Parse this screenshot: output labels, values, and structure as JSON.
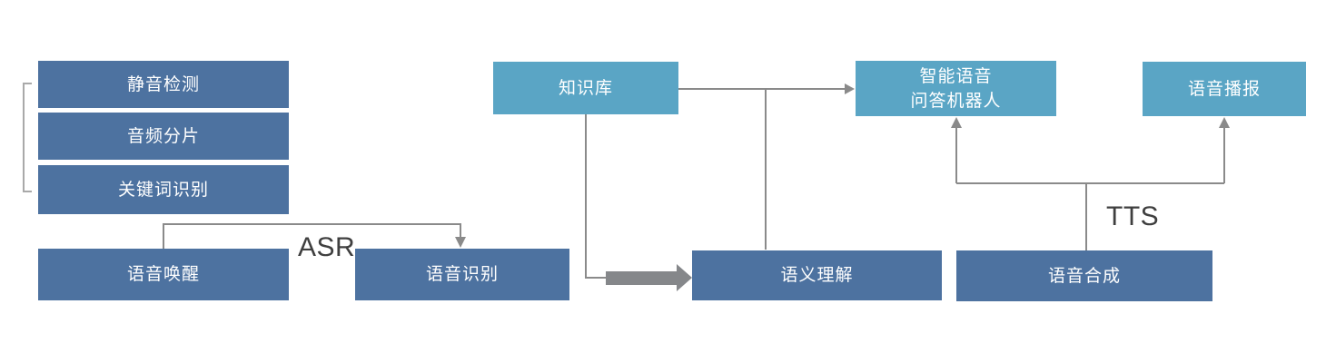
{
  "diagram_title": "",
  "colors": {
    "dark_box": "#4d72a0",
    "light_box": "#5aa5c5",
    "connector_gray": "#8a8a8a",
    "thick_arrow_gray": "#85878a",
    "bracket_gray": "#a9a9a9",
    "edge_label_text": "#3f3f3f",
    "box_text": "#ffffff",
    "background": "#ffffff"
  },
  "nodes": {
    "silence_detection": {
      "label": "静音检测",
      "variant": "dark"
    },
    "audio_segmentation": {
      "label": "音频分片",
      "variant": "dark"
    },
    "keyword_recognition": {
      "label": "关键词识别",
      "variant": "dark"
    },
    "voice_wakeup": {
      "label": "语音唤醒",
      "variant": "dark"
    },
    "speech_recognition": {
      "label": "语音识别",
      "variant": "dark"
    },
    "knowledge_base": {
      "label": "知识库",
      "variant": "light"
    },
    "semantic_understanding": {
      "label": "语义理解",
      "variant": "dark"
    },
    "qa_robot": {
      "label": "智能语音\n问答机器人",
      "variant": "light"
    },
    "voice_broadcast": {
      "label": "语音播报",
      "variant": "light"
    },
    "speech_synthesis": {
      "label": "语音合成",
      "variant": "dark"
    }
  },
  "edge_labels": {
    "asr": "ASR",
    "tts": "TTS"
  },
  "edges": [
    {
      "from": "voice_wakeup",
      "to": "speech_recognition",
      "label": "ASR",
      "style": "thin-arrow"
    },
    {
      "from": "knowledge_base",
      "to": "qa_robot",
      "label": "",
      "style": "thin-arrow"
    },
    {
      "from": "semantic_understanding",
      "to": "qa_robot",
      "label": "",
      "style": "thin-line-junction"
    },
    {
      "from": "knowledge_base",
      "to": "semantic_understanding",
      "label": "",
      "style": "thick-block-arrow"
    },
    {
      "from": "speech_synthesis",
      "to": "qa_robot",
      "label": "TTS",
      "style": "thin-arrow"
    },
    {
      "from": "speech_synthesis",
      "to": "voice_broadcast",
      "label": "TTS",
      "style": "thin-arrow"
    }
  ],
  "groups": [
    {
      "type": "bracket",
      "members": [
        "silence_detection",
        "audio_segmentation",
        "keyword_recognition"
      ]
    }
  ]
}
